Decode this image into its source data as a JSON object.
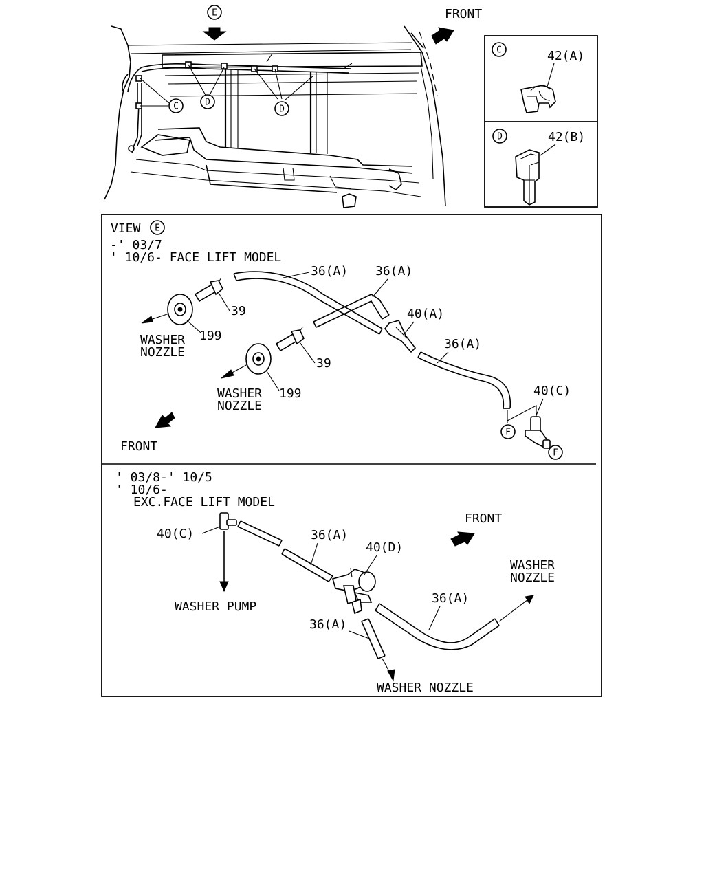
{
  "overview": {
    "view_marker": "E",
    "front_label": "FRONT",
    "callout_c": "C",
    "callout_d_left": "D",
    "callout_d_right": "D"
  },
  "inset_c": {
    "marker": "C",
    "part": "42(A)"
  },
  "inset_d": {
    "marker": "D",
    "part": "42(B)"
  },
  "view_panel": {
    "title_prefix": "VIEW",
    "title_marker": "E",
    "upper": {
      "range_line1": "-' 03/7",
      "range_line2": "' 10/6- FACE LIFT MODEL",
      "hose_a1": "36(A)",
      "hose_a2": "36(A)",
      "hose_a3": "36(A)",
      "joint_a": "40(A)",
      "joint_c": "40(C)",
      "nozzle_part_1": "39",
      "nozzle_part_2": "39",
      "cap_part_1": "199",
      "cap_part_2": "199",
      "nozzle_text_1_line1": "WASHER",
      "nozzle_text_1_line2": "NOZZLE",
      "nozzle_text_2_line1": "WASHER",
      "nozzle_text_2_line2": "NOZZLE",
      "front_label": "FRONT",
      "conn_f1": "F",
      "conn_f2": "F"
    },
    "lower": {
      "range_line1": "' 03/8-' 10/5",
      "range_line2": "' 10/6-",
      "range_line3": "EXC.FACE LIFT MODEL",
      "joint_c": "40(C)",
      "joint_d": "40(D)",
      "hose_a1": "36(A)",
      "hose_a2": "36(A)",
      "hose_a3": "36(A)",
      "pump_label": "WASHER PUMP",
      "front_label": "FRONT",
      "nozzle_right_line1": "WASHER",
      "nozzle_right_line2": "NOZZLE",
      "nozzle_bottom": "WASHER NOZZLE"
    }
  }
}
